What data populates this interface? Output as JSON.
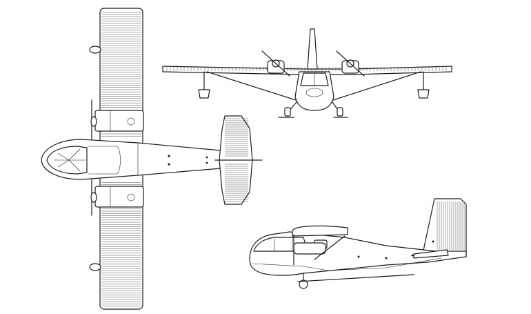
{
  "figure": {
    "views": [
      "top",
      "front",
      "side"
    ],
    "colors": {
      "line": "#1a1a1a",
      "background": "#ffffff"
    }
  }
}
